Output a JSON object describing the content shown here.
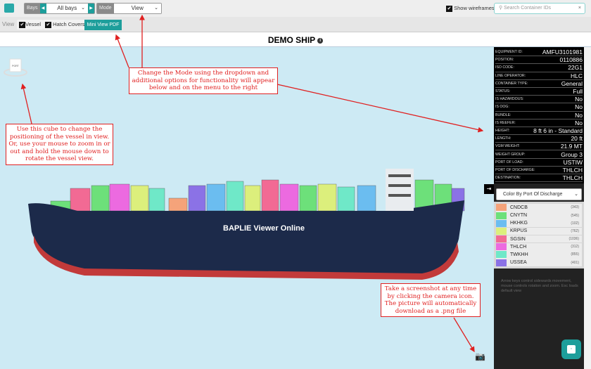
{
  "toolbar": {
    "bays_label": "Bays",
    "bays_value": "All bays",
    "mode_label": "Mode",
    "mode_value": "View",
    "show_wireframes": "Show wireframes",
    "search_placeholder": "Search Container IDs"
  },
  "viewbar": {
    "view_label": "View",
    "vessel": "Vessel",
    "hatch_covers": "Hatch Covers",
    "mini_view_pdf": "Mini View PDF"
  },
  "title": "DEMO SHIP",
  "ship_label": "BAPLIE Viewer Online",
  "cube_label": "PORT",
  "container_info": [
    {
      "k": "EQUIPMENT ID:",
      "v": "AMFU3101981"
    },
    {
      "k": "POSITION:",
      "v": "0110886"
    },
    {
      "k": "ISO CODE:",
      "v": "22G1"
    },
    {
      "k": "LINE OPERATOR:",
      "v": "HLC"
    },
    {
      "k": "CONTAINER TYPE:",
      "v": "General"
    },
    {
      "k": "STATUS:",
      "v": "Full"
    },
    {
      "k": "IS HAZARDOUS:",
      "v": "No"
    },
    {
      "k": "IS OOG:",
      "v": "No"
    },
    {
      "k": "BUNDLE:",
      "v": "No"
    },
    {
      "k": "IS REEFER:",
      "v": "No"
    },
    {
      "k": "HEIGHT:",
      "v": "8 ft 6 in - Standard"
    },
    {
      "k": "LENGTH:",
      "v": "20 ft"
    },
    {
      "k": "VGM WEIGHT:",
      "v": "21.9 MT"
    },
    {
      "k": "WEIGHT GROUP:",
      "v": "Group 3"
    },
    {
      "k": "PORT OF LOAD:",
      "v": "USTIW"
    },
    {
      "k": "PORT OF DISCHARGE:",
      "v": "THLCH"
    },
    {
      "k": "DESTINATION:",
      "v": "THLCH"
    }
  ],
  "color_by": "Color By Port Of Discharge",
  "legend": [
    {
      "name": "CNDCB",
      "count": "(343)",
      "color": "#f5a37a"
    },
    {
      "name": "CNYTN",
      "count": "(545)",
      "color": "#6de07a"
    },
    {
      "name": "HKHKG",
      "count": "(102)",
      "color": "#6bbdf0"
    },
    {
      "name": "KRPUS",
      "count": "(762)",
      "color": "#dcef7c"
    },
    {
      "name": "SGSIN",
      "count": "(1036)",
      "color": "#f26a94"
    },
    {
      "name": "THLCH",
      "count": "(312)",
      "color": "#ec6ae0"
    },
    {
      "name": "TWKHH",
      "count": "(855)",
      "color": "#6fe8c8"
    },
    {
      "name": "USSEA",
      "count": "(401)",
      "color": "#8b72e6"
    }
  ],
  "help_text": "Arrow keys control sidewards movement, mouse controls rotation and zoom. Esc loads default view",
  "annotations": {
    "mode": "Change the Mode using the dropdown and additional options for functionality will appear below and on the menu to the right",
    "cube": "Use this cube to change the positioning of the vessel in view. Or, use your mouse to zoom in or out and hold the mouse down to rotate the vessel view.",
    "camera": "Take a screenshot at any time by clicking the camera icon. The picture will automatically download as a .png file"
  }
}
